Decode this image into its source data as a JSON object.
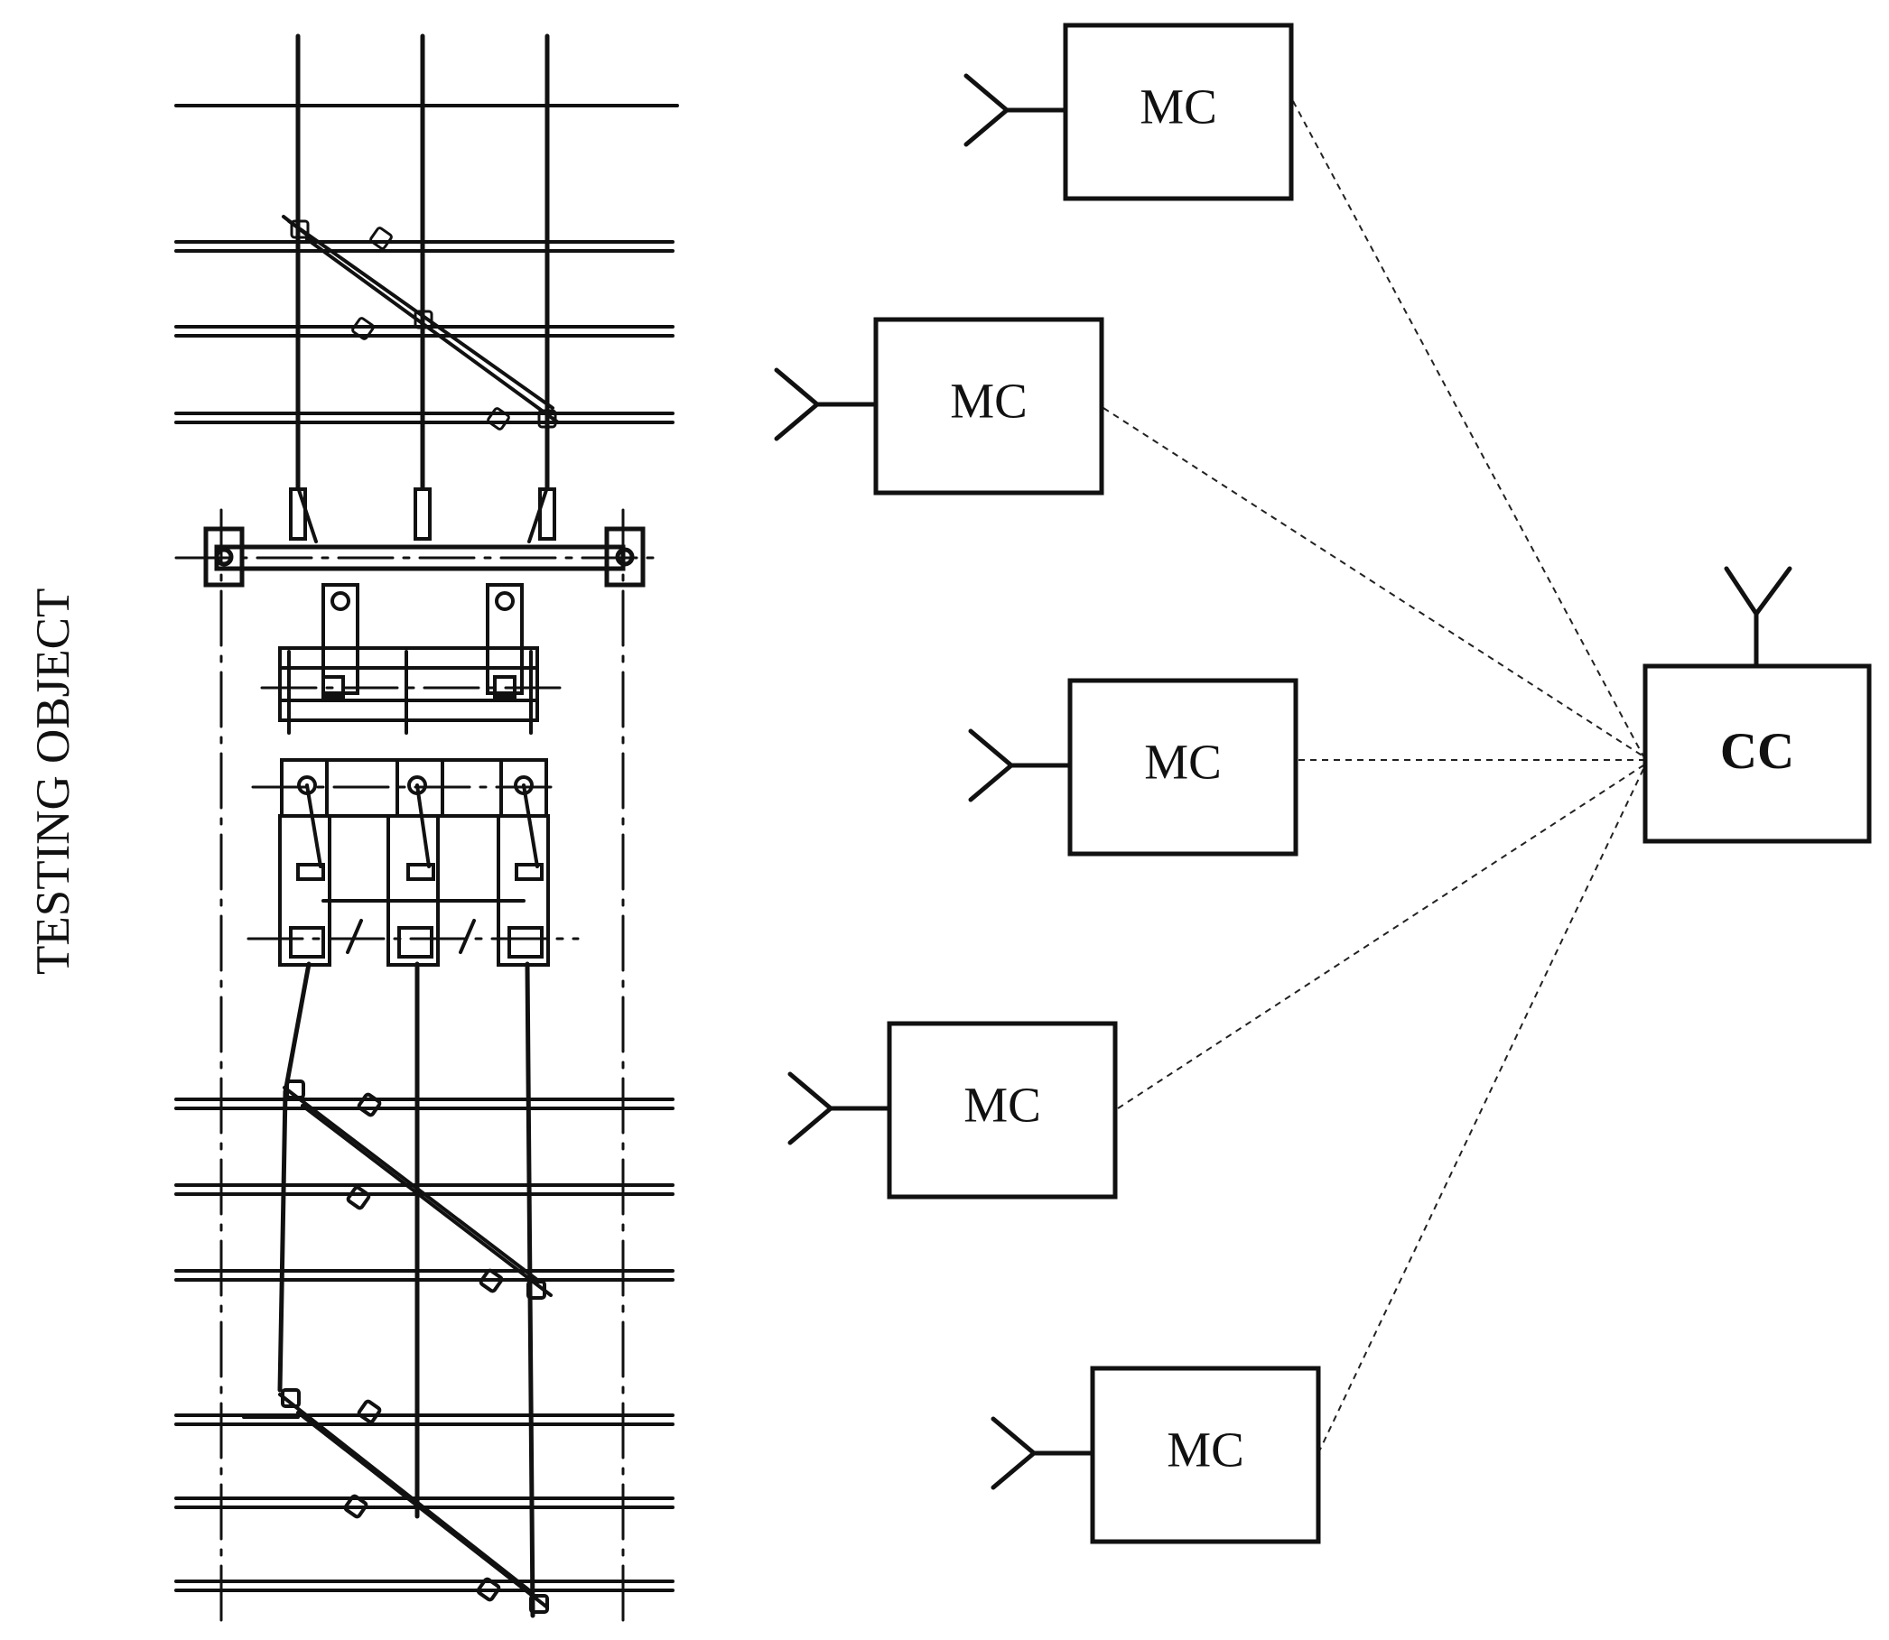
{
  "side_label": "TESTING OBJECT",
  "central_controller": {
    "label": "CC"
  },
  "measurement_controllers": [
    {
      "label": "MC"
    },
    {
      "label": "MC"
    },
    {
      "label": "MC"
    },
    {
      "label": "MC"
    },
    {
      "label": "MC"
    }
  ],
  "colors": {
    "stroke": "#111111",
    "background": "#ffffff"
  }
}
